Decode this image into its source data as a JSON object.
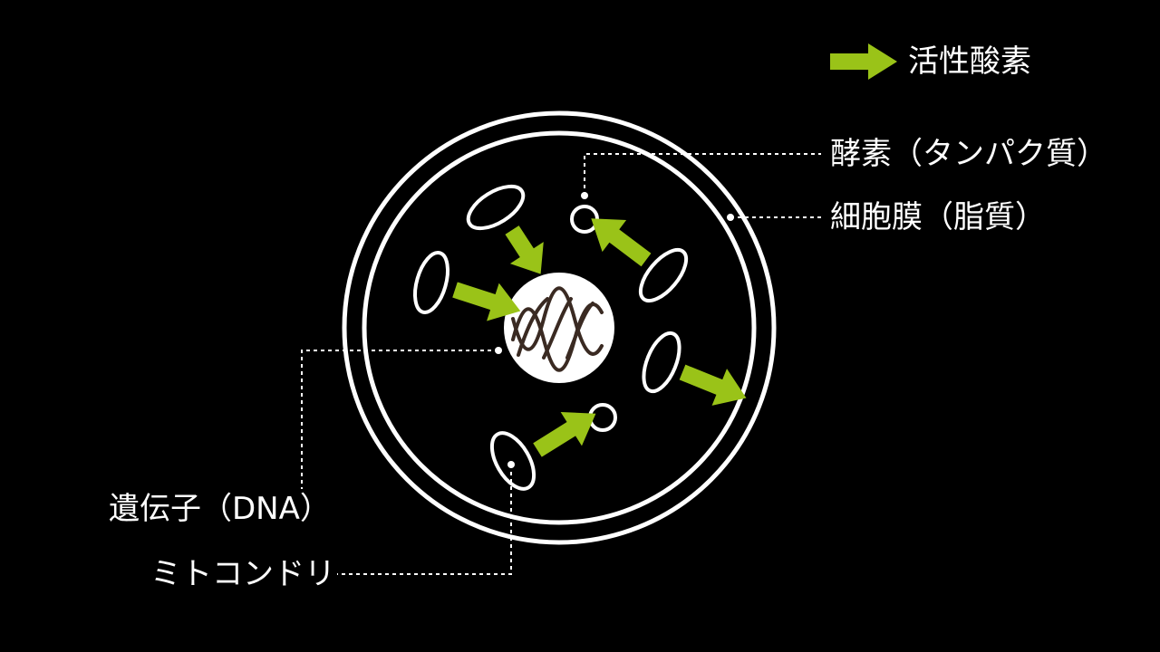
{
  "legend": {
    "label": "活性酸素",
    "icon": "green-arrow-icon"
  },
  "labels": {
    "enzyme": "酵素（タンパク質）",
    "membrane": "細胞膜（脂質）",
    "dna": "遺伝子（DNA）",
    "mitochondria": "ミトコンドリ"
  },
  "colors": {
    "background": "#000000",
    "outline": "#ffffff",
    "arrow": "#9ac318",
    "dna": "#3a2a22"
  }
}
